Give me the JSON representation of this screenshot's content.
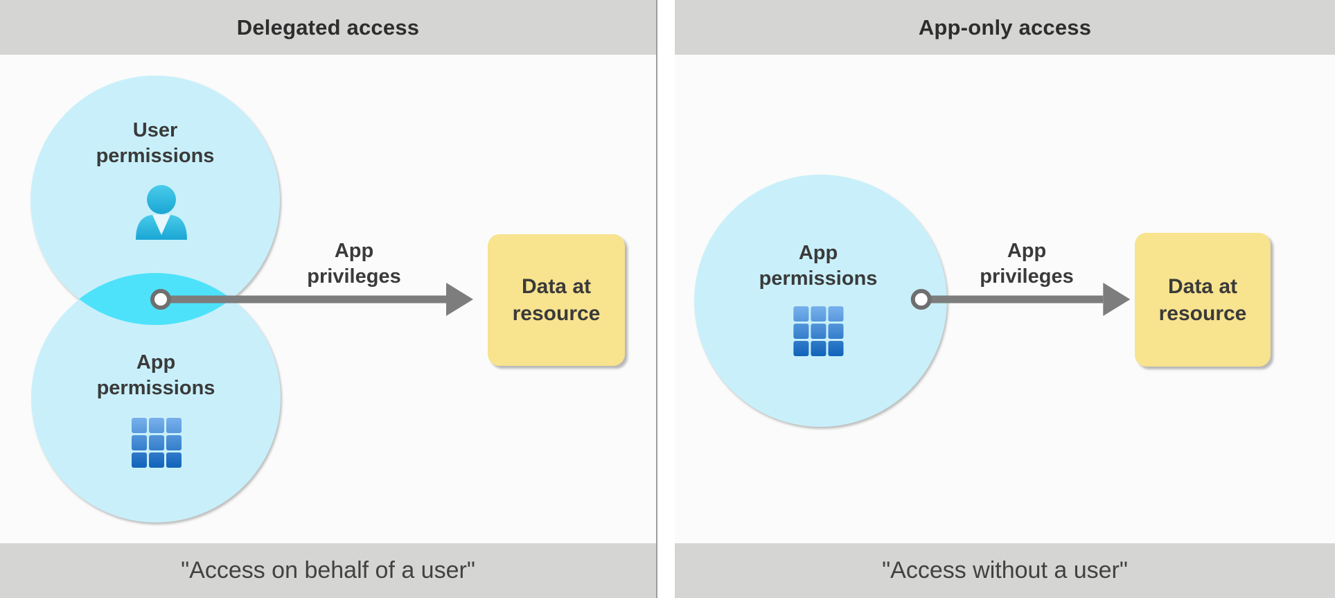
{
  "panels": [
    {
      "title": "Delegated access",
      "caption": "\"Access on behalf of a user\"",
      "circles": [
        {
          "label": "User\npermissions",
          "icon": "user-icon"
        },
        {
          "label": "App\npermissions",
          "icon": "app-grid-icon"
        }
      ],
      "arrow_label": "App\nprivileges",
      "target": "Data at\nresource"
    },
    {
      "title": "App-only access",
      "caption": "\"Access without a user\"",
      "circles": [
        {
          "label": "App\npermissions",
          "icon": "app-grid-icon"
        }
      ],
      "arrow_label": "App\nprivileges",
      "target": "Data at\nresource"
    }
  ],
  "colors": {
    "panel-bg": "#fbfbfb",
    "bar-bg": "#d5d5d4",
    "circle-fill": "#c9f0fa",
    "overlap-fill": "#4de2fa",
    "arrow-gray": "#7d7d7d",
    "resource-yellow": "#f8e38e",
    "title-text": "#2d2d2d",
    "label-text": "#3a3a3a",
    "caption-text": "#414141",
    "user-icon-cyan": "#2ebde2",
    "app-icon-blue": "#2f7fd2"
  }
}
